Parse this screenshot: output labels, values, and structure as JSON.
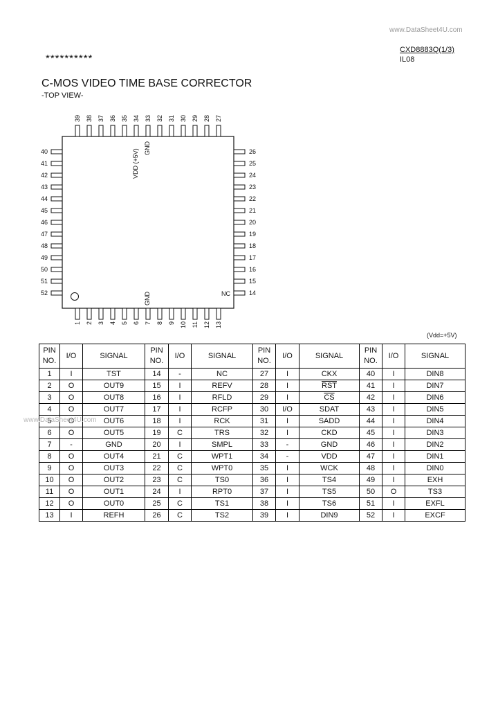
{
  "watermark_top": "www.DataSheet4U.com",
  "watermark_mid": "www.DataSheet4U.com",
  "stars": "**********",
  "part_number": "CXD8883Q(1/3)",
  "doc_code": "IL08",
  "title": "C-MOS VIDEO TIME BASE CORRECTOR",
  "subtitle": "-TOP VIEW-",
  "vdd_note": "(Vdd=+5V)",
  "package": {
    "top_pins": [
      "39",
      "38",
      "37",
      "36",
      "35",
      "34",
      "33",
      "32",
      "31",
      "30",
      "29",
      "28",
      "27"
    ],
    "left_pins": [
      "40",
      "41",
      "42",
      "43",
      "44",
      "45",
      "46",
      "47",
      "48",
      "49",
      "50",
      "51",
      "52"
    ],
    "right_pins": [
      "26",
      "25",
      "24",
      "23",
      "22",
      "21",
      "20",
      "19",
      "18",
      "17",
      "16",
      "15",
      "14"
    ],
    "bottom_pins": [
      "1",
      "2",
      "3",
      "4",
      "5",
      "6",
      "7",
      "8",
      "9",
      "10",
      "11",
      "12",
      "13"
    ],
    "inner_top_labels": [
      "VDD (+5V)",
      "GND"
    ],
    "inner_bottom_label": "GND",
    "inner_right_label": "NC"
  },
  "table": {
    "headers": {
      "pin": "PIN NO.",
      "pin_line1": "PIN",
      "pin_line2": "NO.",
      "io": "I/O",
      "signal": "SIGNAL"
    },
    "groups": [
      [
        [
          "1",
          "I",
          "TST"
        ],
        [
          "2",
          "O",
          "OUT9"
        ],
        [
          "3",
          "O",
          "OUT8"
        ],
        [
          "4",
          "O",
          "OUT7"
        ],
        [
          "5",
          "O",
          "OUT6"
        ],
        [
          "6",
          "O",
          "OUT5"
        ],
        [
          "7",
          "-",
          "GND"
        ],
        [
          "8",
          "O",
          "OUT4"
        ],
        [
          "9",
          "O",
          "OUT3"
        ],
        [
          "10",
          "O",
          "OUT2"
        ],
        [
          "11",
          "O",
          "OUT1"
        ],
        [
          "12",
          "O",
          "OUT0"
        ],
        [
          "13",
          "I",
          "REFH"
        ]
      ],
      [
        [
          "14",
          "-",
          "NC"
        ],
        [
          "15",
          "I",
          "REFV"
        ],
        [
          "16",
          "I",
          "RFLD"
        ],
        [
          "17",
          "I",
          "RCFP"
        ],
        [
          "18",
          "I",
          "RCK"
        ],
        [
          "19",
          "C",
          "TRS"
        ],
        [
          "20",
          "I",
          "SMPL"
        ],
        [
          "21",
          "C",
          "WPT1"
        ],
        [
          "22",
          "C",
          "WPT0"
        ],
        [
          "23",
          "C",
          "TS0"
        ],
        [
          "24",
          "I",
          "RPT0"
        ],
        [
          "25",
          "C",
          "TS1"
        ],
        [
          "26",
          "C",
          "TS2"
        ]
      ],
      [
        [
          "27",
          "I",
          "CKX"
        ],
        [
          "28",
          "I",
          "RST"
        ],
        [
          "29",
          "I",
          "CS"
        ],
        [
          "30",
          "I/O",
          "SDAT"
        ],
        [
          "31",
          "I",
          "SADD"
        ],
        [
          "32",
          "I",
          "CKD"
        ],
        [
          "33",
          "-",
          "GND"
        ],
        [
          "34",
          "-",
          "VDD"
        ],
        [
          "35",
          "I",
          "WCK"
        ],
        [
          "36",
          "I",
          "TS4"
        ],
        [
          "37",
          "I",
          "TS5"
        ],
        [
          "38",
          "I",
          "TS6"
        ],
        [
          "39",
          "I",
          "DIN9"
        ]
      ],
      [
        [
          "40",
          "I",
          "DIN8"
        ],
        [
          "41",
          "I",
          "DIN7"
        ],
        [
          "42",
          "I",
          "DIN6"
        ],
        [
          "43",
          "I",
          "DIN5"
        ],
        [
          "44",
          "I",
          "DIN4"
        ],
        [
          "45",
          "I",
          "DIN3"
        ],
        [
          "46",
          "I",
          "DIN2"
        ],
        [
          "47",
          "I",
          "DIN1"
        ],
        [
          "48",
          "I",
          "DIN0"
        ],
        [
          "49",
          "I",
          "EXH"
        ],
        [
          "50",
          "O",
          "TS3"
        ],
        [
          "51",
          "I",
          "EXFL"
        ],
        [
          "52",
          "I",
          "EXCF"
        ]
      ]
    ],
    "overlined_signals": [
      "RST",
      "CS"
    ]
  }
}
